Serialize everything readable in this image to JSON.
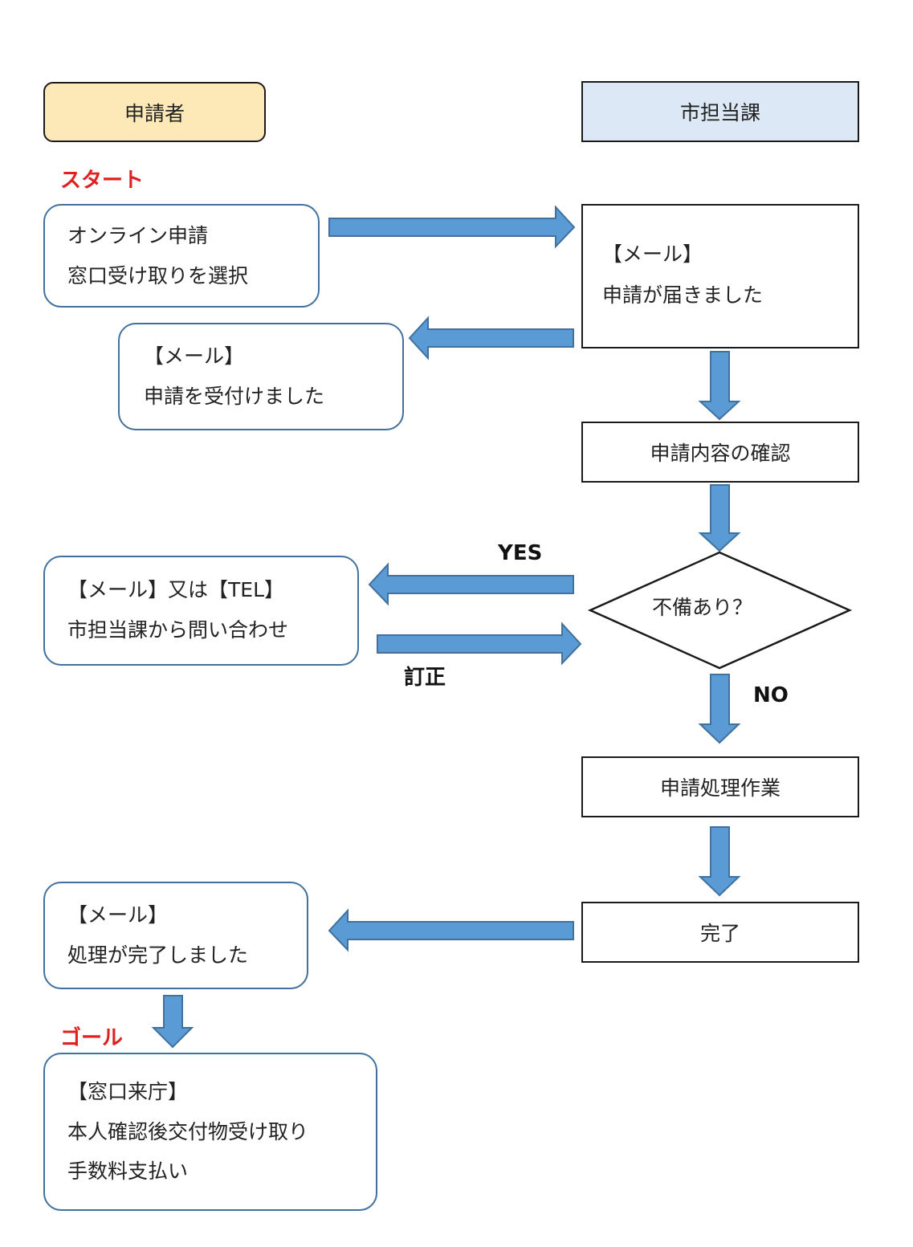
{
  "headers": {
    "applicant": "申請者",
    "department": "市担当課"
  },
  "labels": {
    "start": "スタート",
    "goal": "ゴール",
    "yes": "YES",
    "no": "NO",
    "correction": "訂正"
  },
  "applicant_boxes": {
    "online_apply": {
      "line1": "オンライン申請",
      "line2": "窓口受け取りを選択"
    },
    "mail_accepted": {
      "line1": "【メール】",
      "line2": "申請を受付けました"
    },
    "inquiry": {
      "line1": "【メール】又は【TEL】",
      "line2": "市担当課から問い合わせ"
    },
    "mail_completed": {
      "line1": "【メール】",
      "line2": "処理が完了しました"
    },
    "counter_visit": {
      "line1": "【窓口来庁】",
      "line2": "本人確認後交付物受け取り",
      "line3": "手数料支払い"
    }
  },
  "department_boxes": {
    "mail_received": {
      "line1": "【メール】",
      "line2": "申請が届きました"
    },
    "review": "申請内容の確認",
    "deficiency_check": "不備あり？",
    "processing": "申請処理作業",
    "complete": "完了"
  },
  "colors": {
    "arrow_fill": "#5b9bd5",
    "arrow_stroke": "#41719c",
    "rounded_border": "#41719c",
    "applicant_header_fill": "#fde9b8",
    "department_header_fill": "#dce8f5",
    "accent_red": "#e02020"
  }
}
